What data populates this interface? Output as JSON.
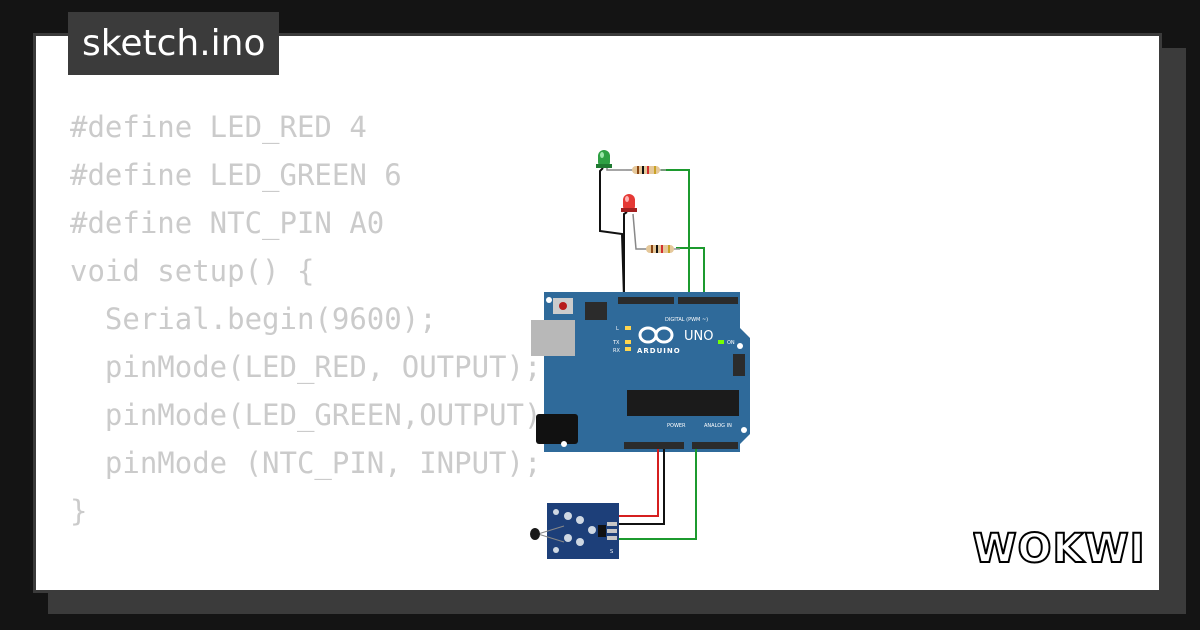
{
  "file": {
    "name": "sketch.ino"
  },
  "code": {
    "lines": [
      "#define LED_RED 4",
      "#define LED_GREEN 6",
      "#define NTC_PIN A0",
      "",
      "void setup() {",
      "  Serial.begin(9600);",
      "  pinMode(LED_RED, OUTPUT);",
      "  pinMode(LED_GREEN,OUTPUT);",
      "  pinMode (NTC_PIN, INPUT);",
      "}"
    ]
  },
  "board": {
    "model": "UNO",
    "brand": "ARDUINO",
    "digital_label": "DIGITAL (PWM ~)",
    "power_label": "POWER",
    "analog_label": "ANALOG IN",
    "led_l": "L",
    "led_tx": "TX",
    "led_rx": "RX",
    "led_on": "ON"
  },
  "sensor": {
    "pin_label": "S"
  },
  "brand": {
    "logo_text": "WOKWI"
  },
  "colors": {
    "background": "#141414",
    "panel_border": "#3b3b3b",
    "code_text": "#cbcbcb",
    "board_blue": "#2f6a9a",
    "wire_green": "#1c9a2e",
    "wire_red": "#d51f1f",
    "led_green": "#2ea043",
    "led_red": "#e53935",
    "sensor_blue": "#1d3f79"
  }
}
